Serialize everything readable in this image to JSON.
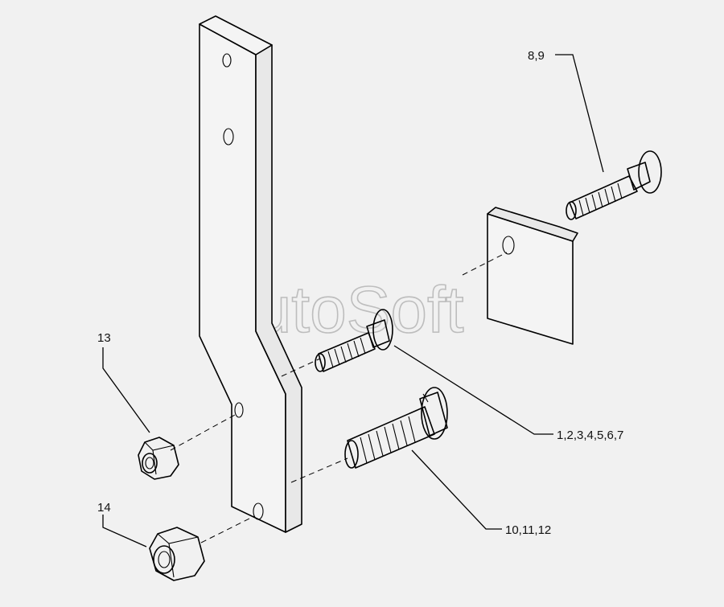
{
  "watermark": "AutoSoft",
  "callouts": {
    "bolt_small": "8,9",
    "bolt_center": "1,2,3,4,5,6,7",
    "bolt_large": "10,11,12",
    "nut_small": "13",
    "nut_large": "14"
  }
}
